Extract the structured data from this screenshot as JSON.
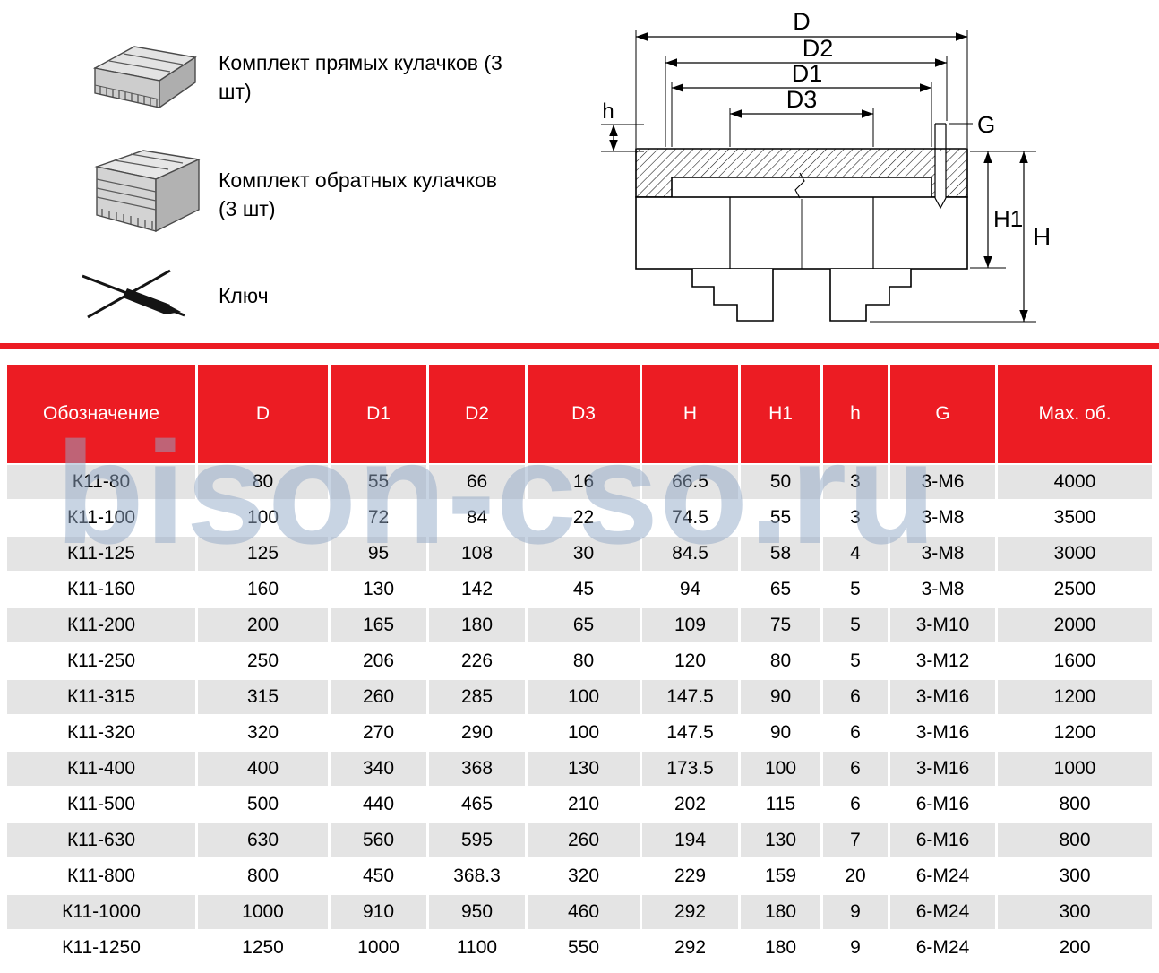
{
  "accessories": {
    "items": [
      {
        "name": "straight-jaws",
        "label": "Комплект прямых кулачков (3 шт)"
      },
      {
        "name": "reverse-jaws",
        "label": "Комплект обратных кулачков (3 шт)"
      },
      {
        "name": "chuck-key",
        "label": "Ключ"
      }
    ]
  },
  "drawing": {
    "dim_d": "D",
    "dim_d2": "D2",
    "dim_d1": "D1",
    "dim_d3": "D3",
    "dim_g": "G",
    "dim_h": "h",
    "dim_h1": "H1",
    "dim_h_total": "H"
  },
  "watermark": "bison-cso.ru",
  "table": {
    "headers": [
      "Обозначение",
      "D",
      "D1",
      "D2",
      "D3",
      "H",
      "H1",
      "h",
      "G",
      "Мах. об."
    ],
    "rows": [
      [
        "К11-80",
        "80",
        "55",
        "66",
        "16",
        "66.5",
        "50",
        "3",
        "3-М6",
        "4000"
      ],
      [
        "К11-100",
        "100",
        "72",
        "84",
        "22",
        "74.5",
        "55",
        "3",
        "3-М8",
        "3500"
      ],
      [
        "К11-125",
        "125",
        "95",
        "108",
        "30",
        "84.5",
        "58",
        "4",
        "3-М8",
        "3000"
      ],
      [
        "К11-160",
        "160",
        "130",
        "142",
        "45",
        "94",
        "65",
        "5",
        "3-М8",
        "2500"
      ],
      [
        "К11-200",
        "200",
        "165",
        "180",
        "65",
        "109",
        "75",
        "5",
        "3-М10",
        "2000"
      ],
      [
        "К11-250",
        "250",
        "206",
        "226",
        "80",
        "120",
        "80",
        "5",
        "3-М12",
        "1600"
      ],
      [
        "К11-315",
        "315",
        "260",
        "285",
        "100",
        "147.5",
        "90",
        "6",
        "3-М16",
        "1200"
      ],
      [
        "К11-320",
        "320",
        "270",
        "290",
        "100",
        "147.5",
        "90",
        "6",
        "3-М16",
        "1200"
      ],
      [
        "К11-400",
        "400",
        "340",
        "368",
        "130",
        "173.5",
        "100",
        "6",
        "3-М16",
        "1000"
      ],
      [
        "К11-500",
        "500",
        "440",
        "465",
        "210",
        "202",
        "115",
        "6",
        "6-М16",
        "800"
      ],
      [
        "К11-630",
        "630",
        "560",
        "595",
        "260",
        "194",
        "130",
        "7",
        "6-М16",
        "800"
      ],
      [
        "К11-800",
        "800",
        "450",
        "368.3",
        "320",
        "229",
        "159",
        "20",
        "6-М24",
        "300"
      ],
      [
        "К11-1000",
        "1000",
        "910",
        "950",
        "460",
        "292",
        "180",
        "9",
        "6-М24",
        "300"
      ],
      [
        "К11-1250",
        "1250",
        "1000",
        "1100",
        "550",
        "292",
        "180",
        "9",
        "6-М24",
        "200"
      ]
    ]
  },
  "colors": {
    "header_red": "#ec1c23",
    "row_gray": "#e4e4e4",
    "row_white": "#ffffff",
    "watermark_blue": "#93aac8"
  }
}
